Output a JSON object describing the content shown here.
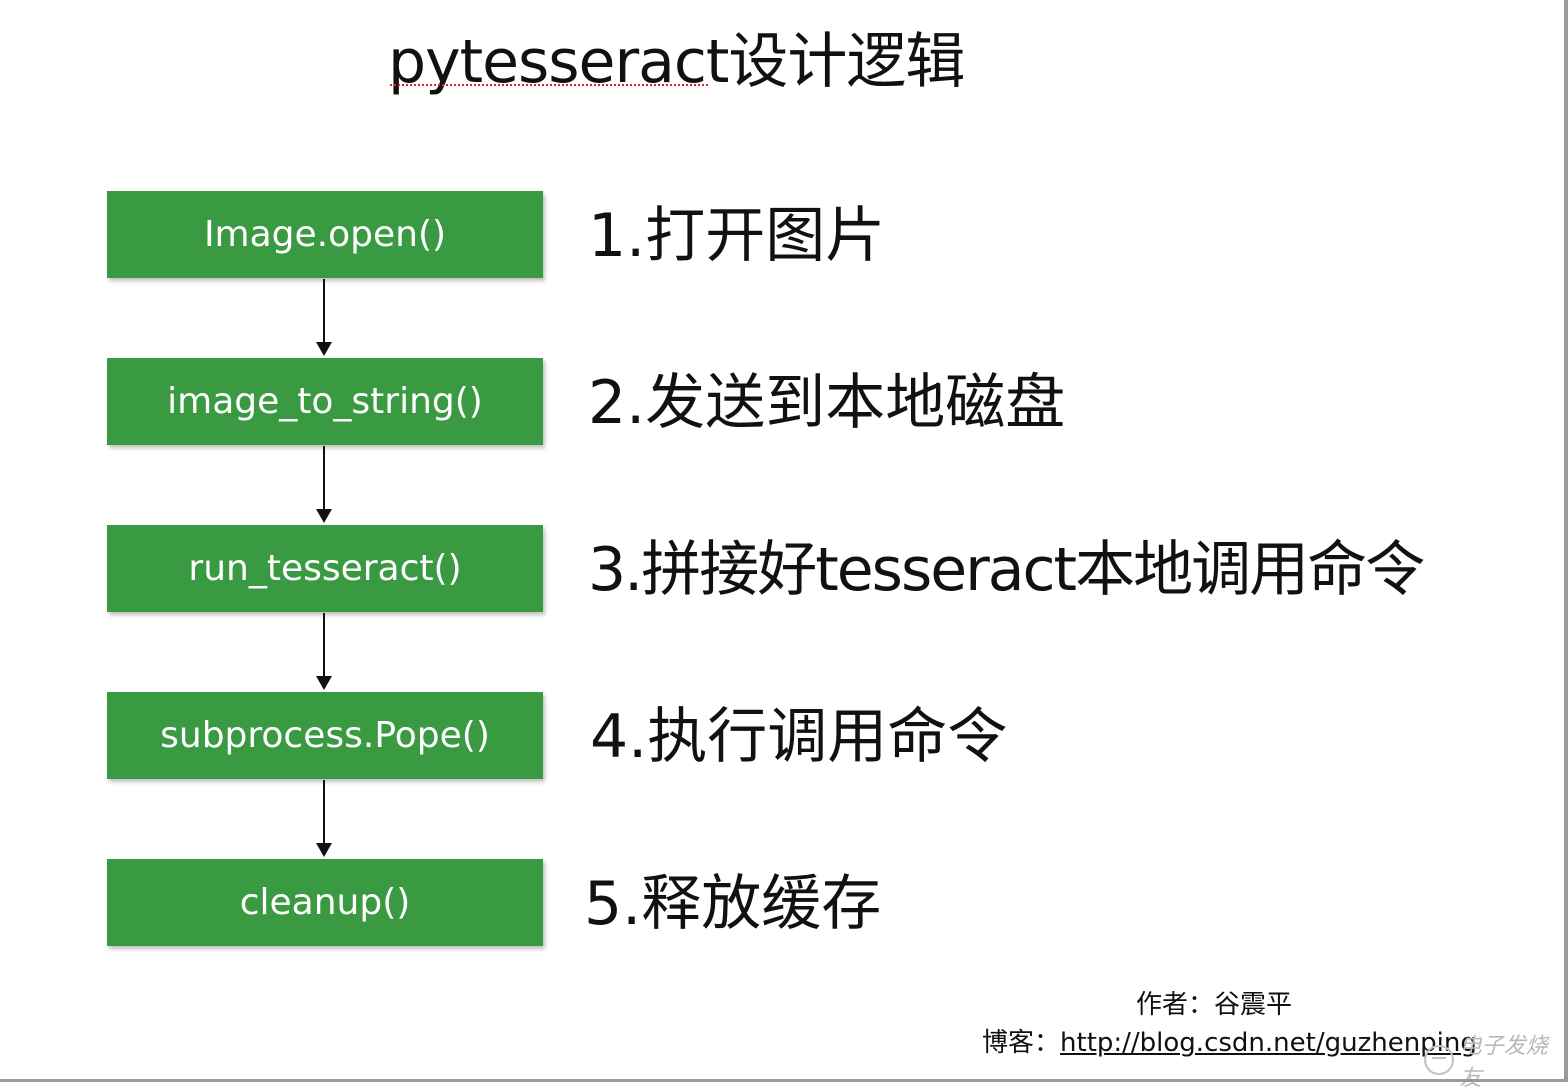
{
  "title": "pytesseract设计逻辑",
  "steps": [
    {
      "function": "Image.open()",
      "description": "1.打开图片"
    },
    {
      "function": "image_to_string()",
      "description": "2.发送到本地磁盘"
    },
    {
      "function": "run_tesseract()",
      "description": "3.拼接好tesseract本地调用命令"
    },
    {
      "function": "subprocess.Pope()",
      "description": "4.执行调用命令"
    },
    {
      "function": "cleanup()",
      "description": "5.释放缓存"
    }
  ],
  "footer": {
    "author_label": "作者：",
    "author_name": "谷震平",
    "blog_label": "博客：",
    "blog_url": "http://blog.csdn.net/guzhenping"
  },
  "watermark": {
    "text": "电子发烧友",
    "icon": "elecfans-logo-icon"
  },
  "colors": {
    "box_fill": "#3a9a41",
    "box_text": "#ffffff",
    "arrow": "#111111"
  }
}
